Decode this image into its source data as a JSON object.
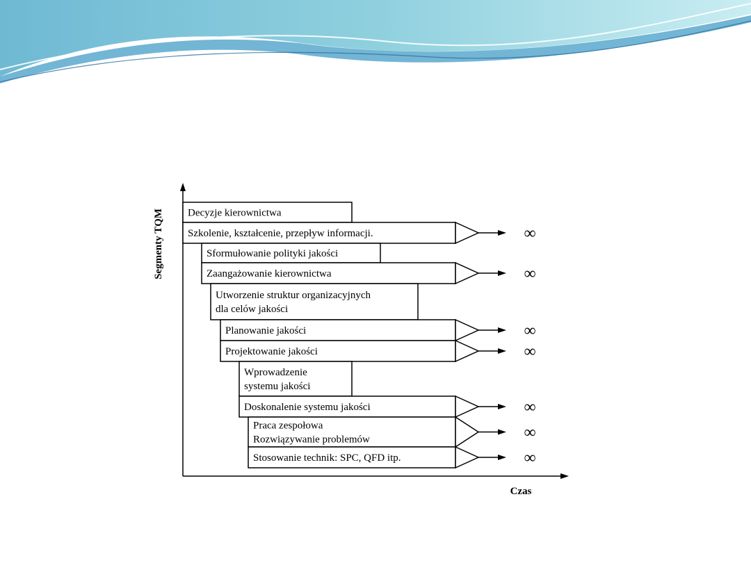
{
  "axes": {
    "y_label": "Segmenty TQM",
    "x_label": "Czas"
  },
  "segments": [
    {
      "lines": [
        "Decyzje kierownictwa"
      ],
      "continues": false
    },
    {
      "lines": [
        "Szkolenie, kształcenie, przepływ informacji."
      ],
      "continues": true,
      "end_symbol": "∞"
    },
    {
      "lines": [
        "Sformułowanie polityki jakości"
      ],
      "continues": false
    },
    {
      "lines": [
        "Zaangażowanie kierownictwa"
      ],
      "continues": true,
      "end_symbol": "∞"
    },
    {
      "lines": [
        "Utworzenie struktur organizacyjnych",
        "dla celów jakości"
      ],
      "continues": false
    },
    {
      "lines": [
        "Planowanie jakości"
      ],
      "continues": true,
      "end_symbol": "∞"
    },
    {
      "lines": [
        "Projektowanie jakości"
      ],
      "continues": true,
      "end_symbol": "∞"
    },
    {
      "lines": [
        "Wprowadzenie",
        "systemu jakości"
      ],
      "continues": false
    },
    {
      "lines": [
        "Doskonalenie systemu jakości"
      ],
      "continues": true,
      "end_symbol": "∞"
    },
    {
      "lines": [
        "Praca zespołowa",
        "Rozwiązywanie problemów"
      ],
      "continues": true,
      "end_symbol": "∞"
    },
    {
      "lines": [
        "Stosowanie technik: SPC, QFD itp."
      ],
      "continues": true,
      "end_symbol": "∞"
    }
  ],
  "colors": {
    "header_light": "#bfe6ee",
    "header_mid": "#7cc6d8",
    "header_dark": "#3f97bf",
    "line": "#000000"
  }
}
